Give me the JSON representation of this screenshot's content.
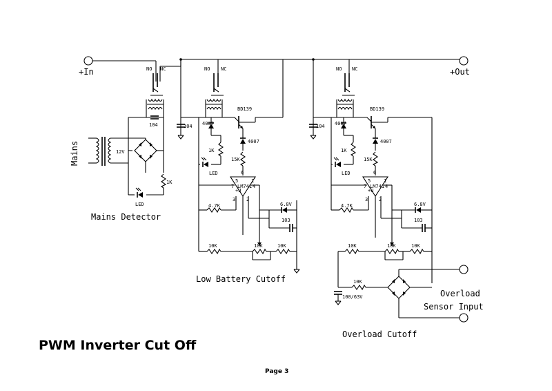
{
  "terminals": {
    "in": "+In",
    "out": "+Out"
  },
  "relay": {
    "no": "NO",
    "nc": "NC"
  },
  "mains_detector": {
    "caption": "Mains Detector",
    "mains_label": "Mains",
    "transformer_voltage": "12V",
    "cap": "104",
    "resistor": "1K",
    "led": "LED"
  },
  "low_battery": {
    "caption": "Low Battery Cutoff",
    "cap_in": "104",
    "diode_top": "4007",
    "diode_mid": "4007",
    "transistor": "BD139",
    "r_led": "1K",
    "led": "LED",
    "r_base": "15K",
    "opamp": "LM741",
    "pins": [
      "6",
      "5",
      "1",
      "7",
      "+U",
      "4",
      "3",
      "2"
    ],
    "r_feedback": "4.7K",
    "zener": "6.8V",
    "cap_ref": "103",
    "r_bottom1": "10K",
    "pot": "10K",
    "r_bottom2": "10K"
  },
  "overload": {
    "caption": "Overload Cutoff",
    "cap_in": "104",
    "diode_top": "4007",
    "diode_mid": "4007",
    "transistor": "BD139",
    "r_led": "1K",
    "led": "LED",
    "r_base": "15K",
    "opamp": "LM741",
    "pins": [
      "6",
      "5",
      "1",
      "7",
      "+U",
      "4",
      "3",
      "2"
    ],
    "r_feedback": "4.7K",
    "zener": "6.8V",
    "cap_ref": "103",
    "r_bottom1": "10K",
    "pot": "10K",
    "r_bottom2": "10K",
    "r_sense": "10K",
    "cap_sense": "100/63V",
    "sensor_label_1": "Overload",
    "sensor_label_2": "Sensor Input"
  },
  "title": "PWM Inverter Cut Off",
  "page": "Page 3"
}
